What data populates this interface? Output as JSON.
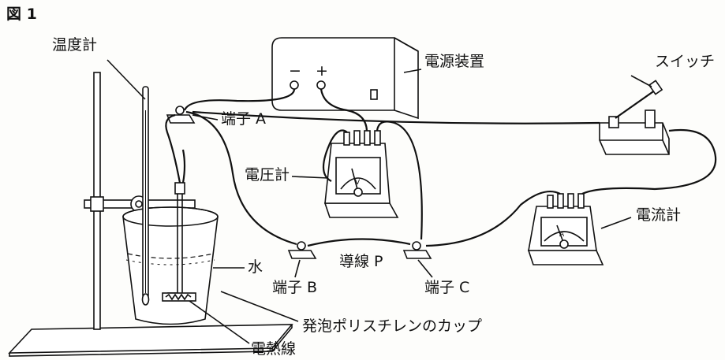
{
  "figure": {
    "title": "図 1"
  },
  "labels": {
    "thermometer": "温度計",
    "power_supply": "電源装置",
    "switch": "スイッチ",
    "terminal_a": "端子 A",
    "voltmeter": "電圧計",
    "ammeter": "電流計",
    "water": "水",
    "wire_p": "導線 P",
    "terminal_b": "端子 B",
    "terminal_c": "端子 C",
    "cup": "発泡ポリスチレンのカップ",
    "heating_wire": "電熱線"
  },
  "power_supply": {
    "minus": "−",
    "plus": "+"
  },
  "meters": {
    "voltmeter_unit": "V",
    "ammeter_unit": "A"
  }
}
